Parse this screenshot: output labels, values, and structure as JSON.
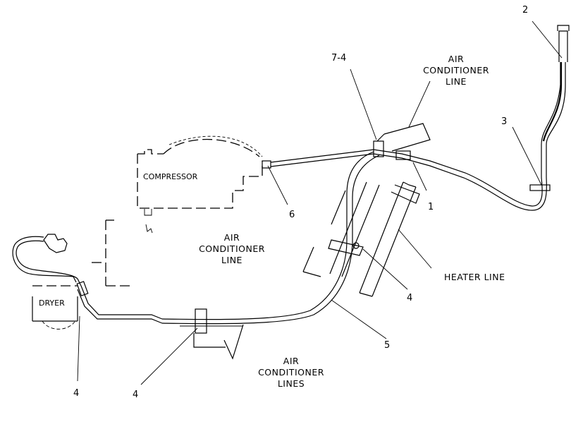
{
  "labels": {
    "ac_line_top_1": "AIR",
    "ac_line_top_2": "CONDITIONER",
    "ac_line_top_3": "LINE",
    "ac_line_mid_1": "AIR",
    "ac_line_mid_2": "CONDITIONER",
    "ac_line_mid_3": "LINE",
    "ac_lines_bot_1": "AIR",
    "ac_lines_bot_2": "CONDITIONER",
    "ac_lines_bot_3": "LINES",
    "heater_line": "HEATER LINE",
    "compressor": "COMPRESSOR",
    "dryer": "DRYER"
  },
  "callouts": {
    "c1": "1",
    "c2": "2",
    "c3": "3",
    "c4a": "4",
    "c4b": "4",
    "c4c": "4",
    "c5": "5",
    "c6": "6",
    "c74": "7-4"
  }
}
